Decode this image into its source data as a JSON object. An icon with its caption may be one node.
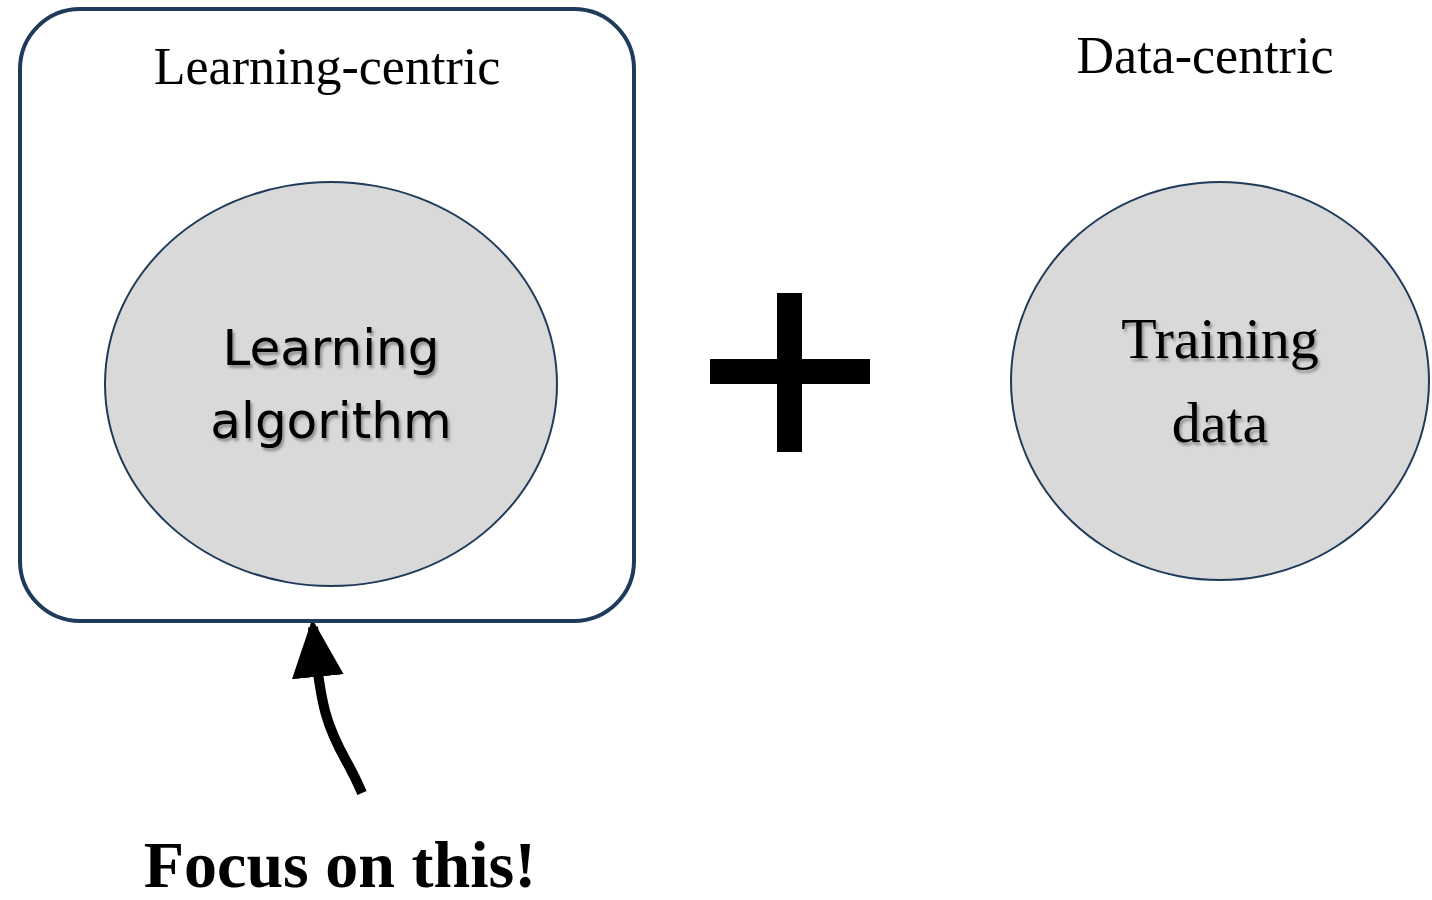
{
  "diagram": {
    "nodes": [
      {
        "text": [
          "Learning-centric"
        ]
      },
      {
        "text": [
          "Learning algorithm"
        ],
        "in": 0
      },
      {
        "text": [
          "Training data"
        ]
      },
      {
        "text": [
          "Focus on this!"
        ]
      }
    ],
    "edges": [
      {
        "from": 3,
        "to": 0,
        "arrow": "to"
      }
    ],
    "labels": [
      "Data-centric"
    ]
  }
}
